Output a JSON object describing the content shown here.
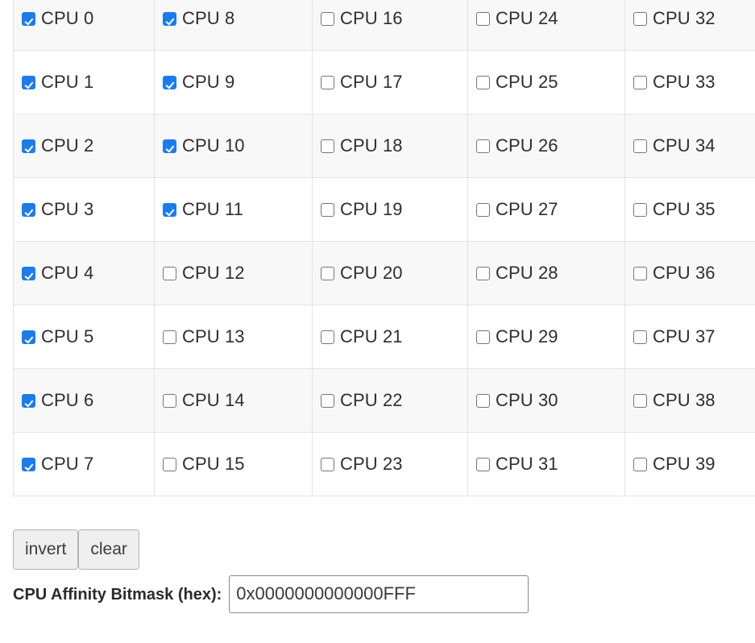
{
  "grid": {
    "columns": 5,
    "rows": 8,
    "checkbox_icon_on": "checkbox-checked-icon",
    "checkbox_icon_off": "checkbox-unchecked-icon",
    "accent_color": "#1b7ced",
    "row_alt_color": "#f8f8f8",
    "border_color": "#e4e4e4",
    "cells": [
      [
        {
          "label": "CPU 0",
          "checked": true
        },
        {
          "label": "CPU 8",
          "checked": true
        },
        {
          "label": "CPU 16",
          "checked": false
        },
        {
          "label": "CPU 24",
          "checked": false
        },
        {
          "label": "CPU 32",
          "checked": false
        }
      ],
      [
        {
          "label": "CPU 1",
          "checked": true
        },
        {
          "label": "CPU 9",
          "checked": true
        },
        {
          "label": "CPU 17",
          "checked": false
        },
        {
          "label": "CPU 25",
          "checked": false
        },
        {
          "label": "CPU 33",
          "checked": false
        }
      ],
      [
        {
          "label": "CPU 2",
          "checked": true
        },
        {
          "label": "CPU 10",
          "checked": true
        },
        {
          "label": "CPU 18",
          "checked": false
        },
        {
          "label": "CPU 26",
          "checked": false
        },
        {
          "label": "CPU 34",
          "checked": false
        }
      ],
      [
        {
          "label": "CPU 3",
          "checked": true
        },
        {
          "label": "CPU 11",
          "checked": true
        },
        {
          "label": "CPU 19",
          "checked": false
        },
        {
          "label": "CPU 27",
          "checked": false
        },
        {
          "label": "CPU 35",
          "checked": false
        }
      ],
      [
        {
          "label": "CPU 4",
          "checked": true
        },
        {
          "label": "CPU 12",
          "checked": false
        },
        {
          "label": "CPU 20",
          "checked": false
        },
        {
          "label": "CPU 28",
          "checked": false
        },
        {
          "label": "CPU 36",
          "checked": false
        }
      ],
      [
        {
          "label": "CPU 5",
          "checked": true
        },
        {
          "label": "CPU 13",
          "checked": false
        },
        {
          "label": "CPU 21",
          "checked": false
        },
        {
          "label": "CPU 29",
          "checked": false
        },
        {
          "label": "CPU 37",
          "checked": false
        }
      ],
      [
        {
          "label": "CPU 6",
          "checked": true
        },
        {
          "label": "CPU 14",
          "checked": false
        },
        {
          "label": "CPU 22",
          "checked": false
        },
        {
          "label": "CPU 30",
          "checked": false
        },
        {
          "label": "CPU 38",
          "checked": false
        }
      ],
      [
        {
          "label": "CPU 7",
          "checked": true
        },
        {
          "label": "CPU 15",
          "checked": false
        },
        {
          "label": "CPU 23",
          "checked": false
        },
        {
          "label": "CPU 31",
          "checked": false
        },
        {
          "label": "CPU 39",
          "checked": false
        }
      ]
    ]
  },
  "controls": {
    "invert_label": "invert",
    "clear_label": "clear",
    "bitmask_label": "CPU Affinity Bitmask (hex):",
    "bitmask_value": "0x0000000000000FFF"
  }
}
